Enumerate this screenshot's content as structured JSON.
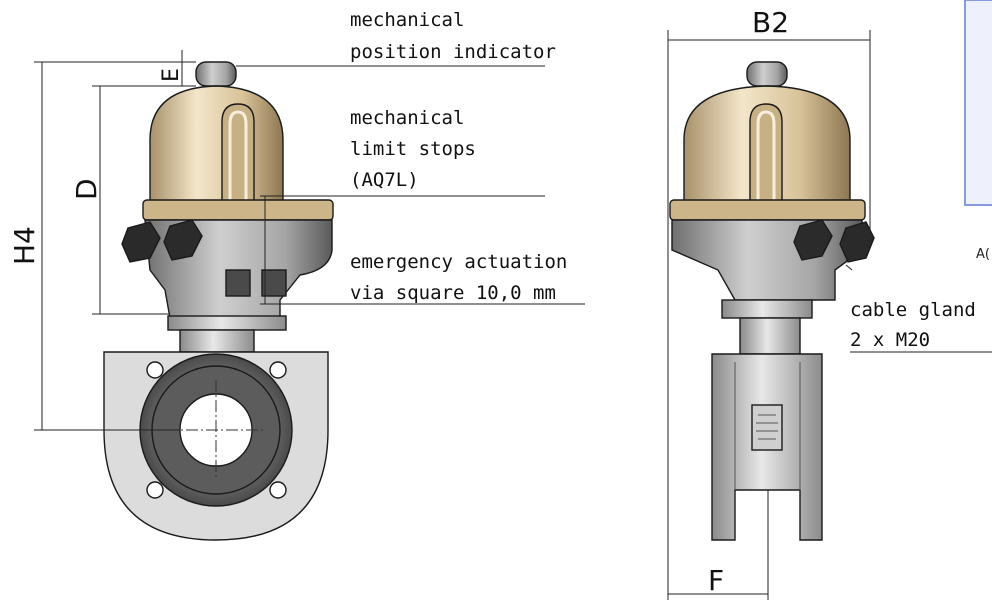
{
  "labels": {
    "position_indicator_l1": "mechanical",
    "position_indicator_l2": "position indicator",
    "limit_stops_l1": "mechanical",
    "limit_stops_l2": "limit stops",
    "limit_stops_l3": "(AQ7L)",
    "emergency_l1": "emergency actuation",
    "emergency_l2": "via square 10,0 mm",
    "cable_gland_l1": "cable gland",
    "cable_gland_l2": "2 x M20",
    "side_caption": "A("
  },
  "dimensions": {
    "e": "E",
    "d": "D",
    "h4": "H4",
    "b2": "B2",
    "f": "F"
  },
  "colors": {
    "cap_gold": "#d9c39a",
    "housing_grey": "#9a9a9a",
    "flange_grey": "#d8d8d8",
    "info_box_border": "#8899dd",
    "info_box_fill": "#eef1fb"
  }
}
